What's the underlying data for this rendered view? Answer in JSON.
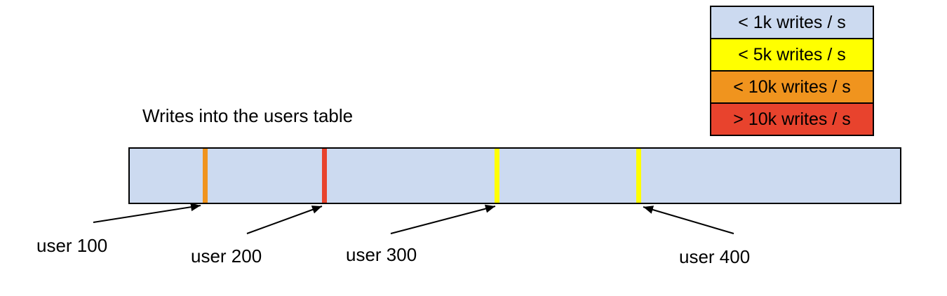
{
  "title": "Writes into the users table",
  "legend": {
    "items": [
      {
        "label": "< 1k writes / s",
        "color": "#CCDAF0"
      },
      {
        "label": "< 5k writes / s",
        "color": "#FFFF00"
      },
      {
        "label": "< 10k writes / s",
        "color": "#F0941E"
      },
      {
        "label": "> 10k writes / s",
        "color": "#E8432D"
      }
    ]
  },
  "bar": {
    "fill": "#CCDAF0",
    "border_color": "#000000",
    "markers": [
      {
        "label": "user 100",
        "color": "#F0941E"
      },
      {
        "label": "user 200",
        "color": "#E8432D"
      },
      {
        "label": "user 300",
        "color": "#FFFF00"
      },
      {
        "label": "user 400",
        "color": "#FFFF00"
      }
    ]
  }
}
